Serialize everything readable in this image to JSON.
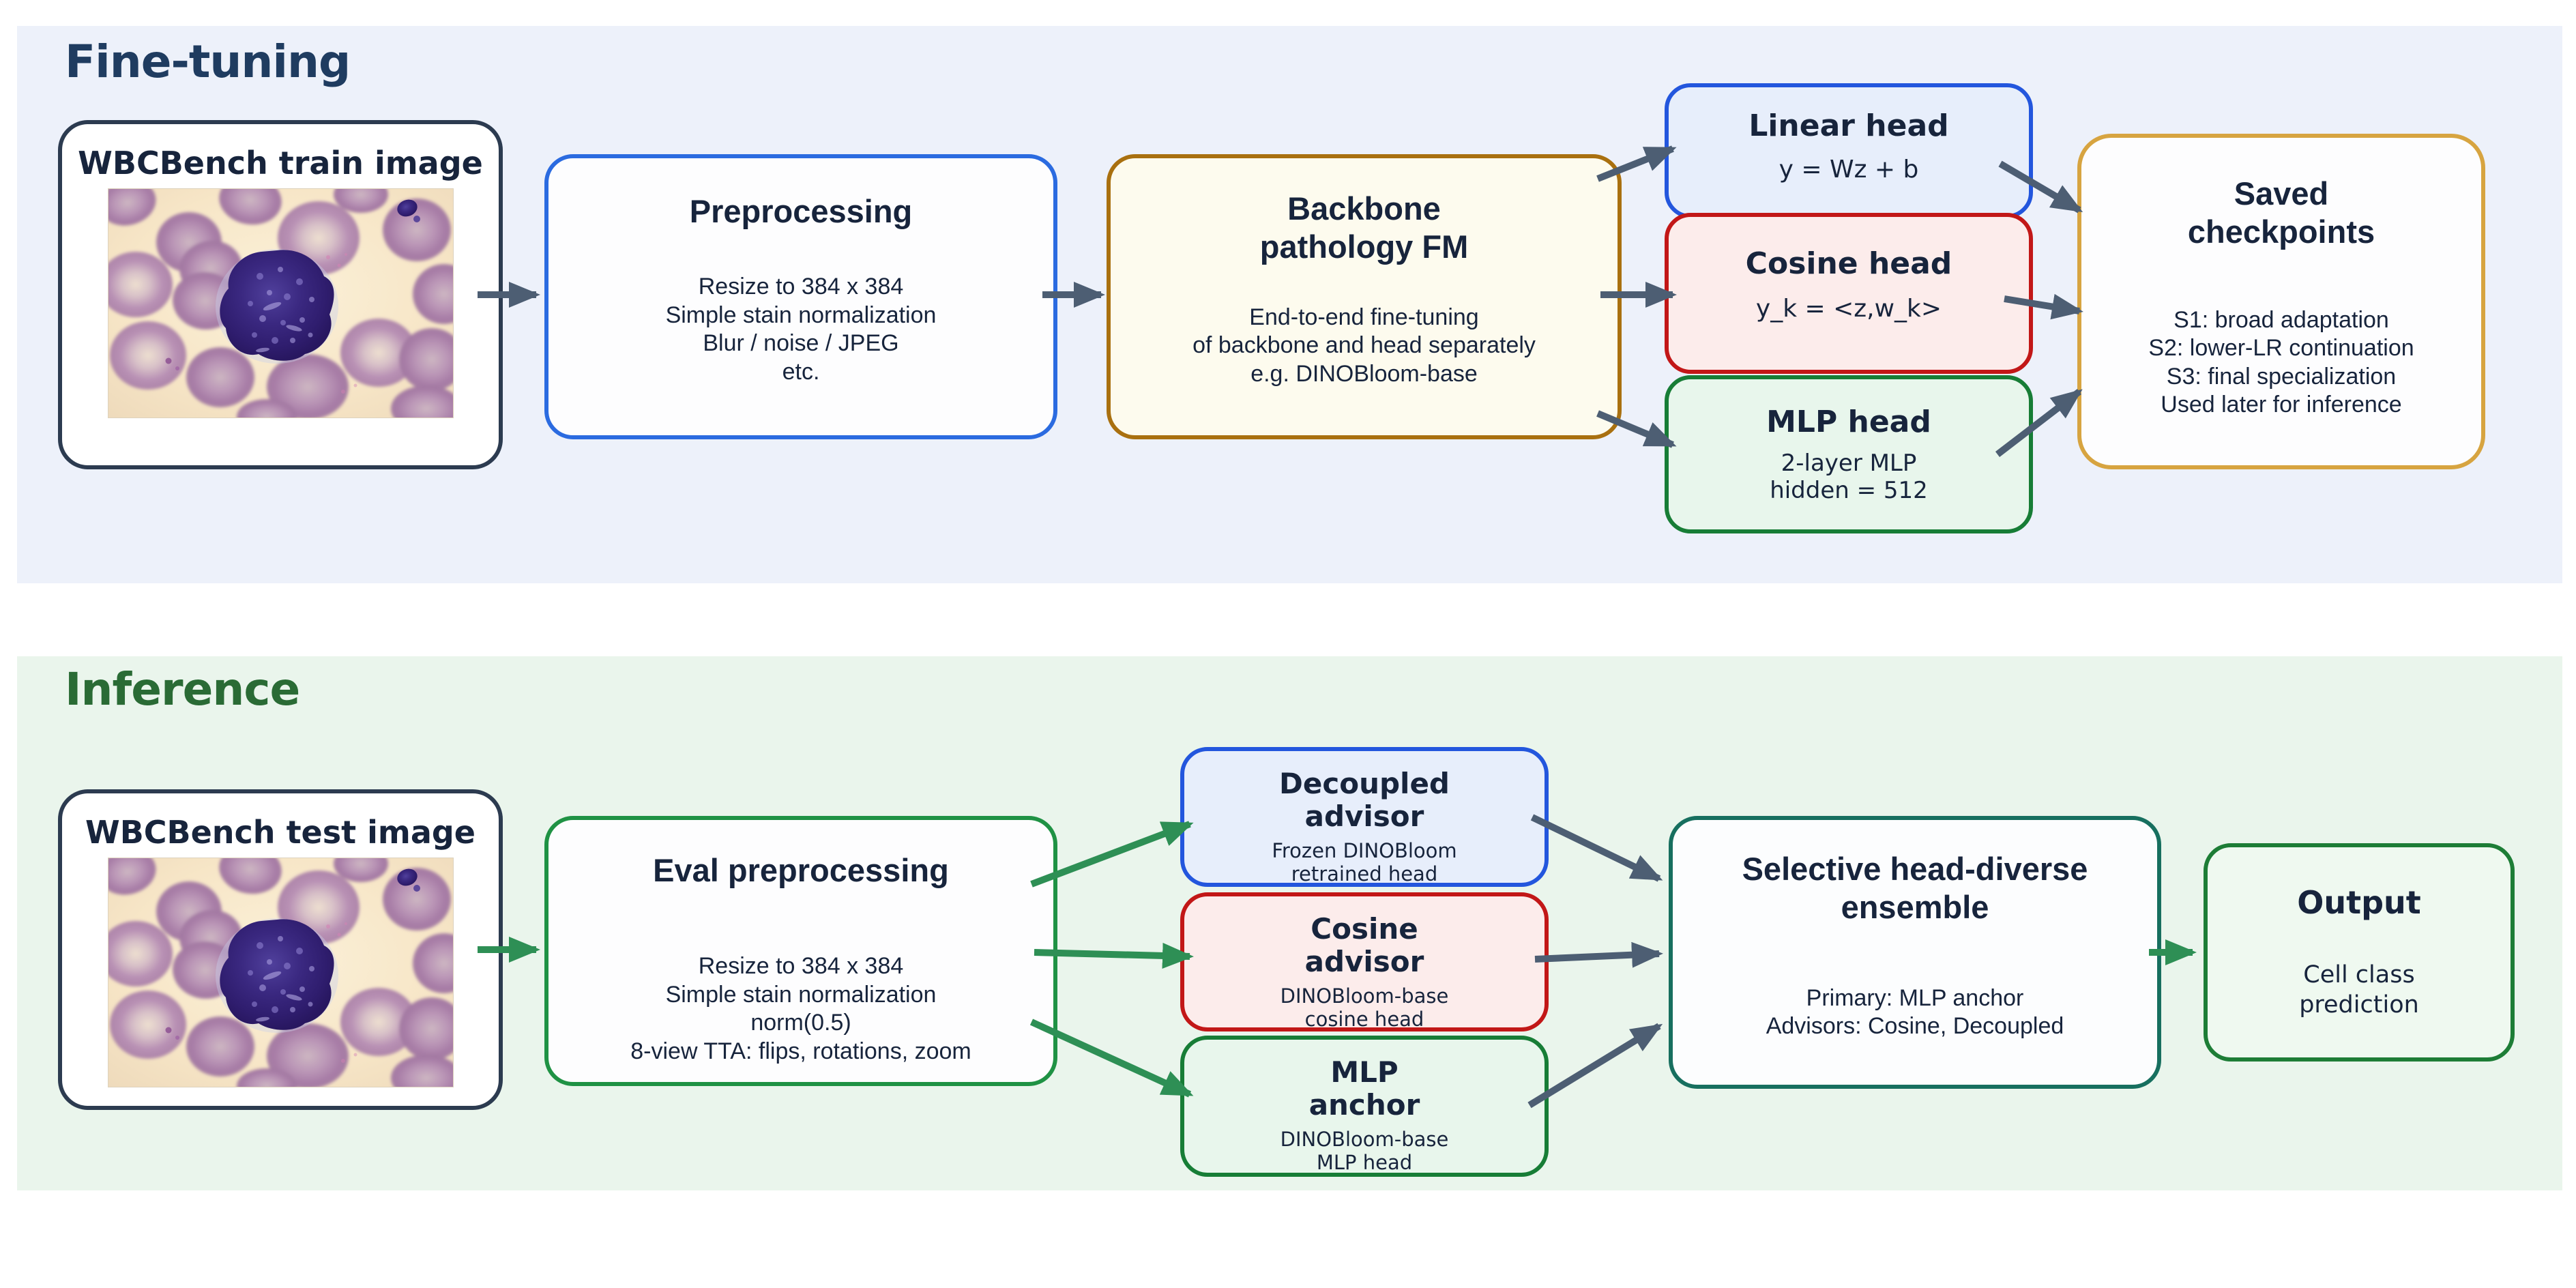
{
  "colors": {
    "finetuning_bg": "#edf1fa",
    "inference_bg": "#eaf5ec",
    "finetuning_title_color": "#1f3c60",
    "inference_title_color": "#2a6b35",
    "arrow_slate": "#4d5e73",
    "arrow_green": "#2e8f55",
    "text": "#17243c"
  },
  "finetuning": {
    "title": "Fine-tuning",
    "train_box": {
      "label": "WBCBench train image"
    },
    "preprocessing": {
      "title": "Preprocessing",
      "body": [
        "Resize to 384 x 384",
        "Simple stain normalization",
        "Blur / noise / JPEG",
        "etc."
      ]
    },
    "backbone": {
      "title": [
        "Backbone",
        "pathology FM"
      ],
      "body": [
        "End-to-end fine-tuning",
        "of backbone and head separately",
        "e.g. DINOBloom-base"
      ]
    },
    "linear_head": {
      "title": "Linear head",
      "body": [
        "y = Wz + b"
      ]
    },
    "cosine_head": {
      "title": "Cosine head",
      "body": [
        "y_k = <z,w_k>"
      ]
    },
    "mlp_head": {
      "title": "MLP head",
      "body": [
        "2-layer MLP",
        "hidden = 512"
      ]
    },
    "checkpoints": {
      "title": [
        "Saved",
        "checkpoints"
      ],
      "body": [
        "S1: broad adaptation",
        "S2: lower-LR continuation",
        "S3: final specialization",
        "Used later for inference"
      ]
    }
  },
  "inference": {
    "title": "Inference",
    "test_box": {
      "label": "WBCBench test image"
    },
    "eval_preprocessing": {
      "title": "Eval preprocessing",
      "body": [
        "Resize to 384 x 384",
        "Simple stain normalization",
        "norm(0.5)",
        "8-view TTA: flips, rotations, zoom"
      ]
    },
    "decoupled_advisor": {
      "title": [
        "Decoupled",
        "advisor"
      ],
      "subtitle": [
        "Frozen DINOBloom",
        "retrained head"
      ]
    },
    "cosine_advisor": {
      "title": [
        "Cosine",
        "advisor"
      ],
      "subtitle": [
        "DINOBloom-base",
        "cosine head"
      ]
    },
    "mlp_anchor": {
      "title": [
        "MLP",
        "anchor"
      ],
      "subtitle": [
        "DINOBloom-base",
        "MLP head"
      ]
    },
    "ensemble": {
      "title": [
        "Selective head-diverse",
        "ensemble"
      ],
      "body": [
        "Primary: MLP anchor",
        "Advisors: Cosine, Decoupled"
      ]
    },
    "output": {
      "title": "Output",
      "body": [
        "Cell class",
        "prediction"
      ]
    }
  }
}
